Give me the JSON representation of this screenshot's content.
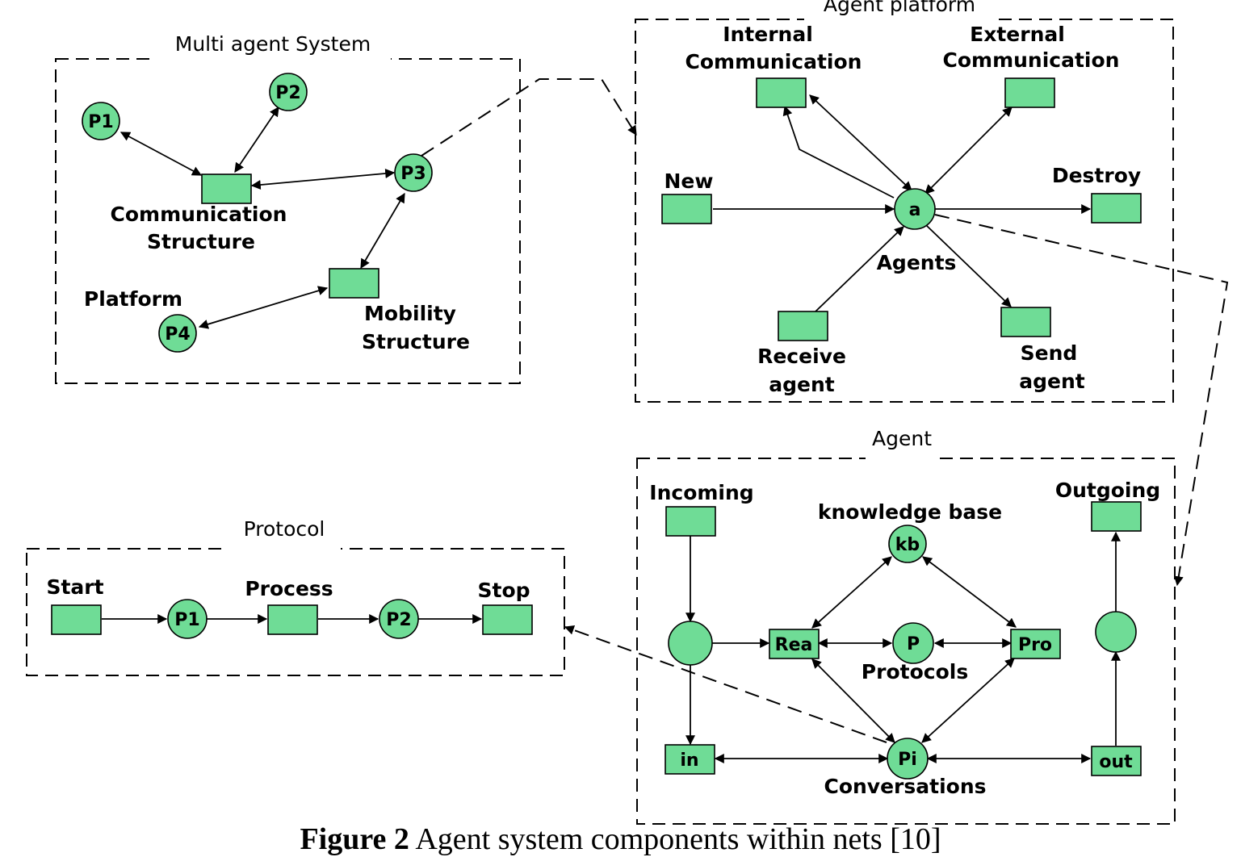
{
  "frames": {
    "mas": "Multi agent System",
    "platform": "Agent platform",
    "agent": "Agent",
    "protocol": "Protocol"
  },
  "mas": {
    "p1": "P1",
    "p2": "P2",
    "p3": "P3",
    "p4": "P4",
    "comm_line1": "Communication",
    "comm_line2": "Structure",
    "mobility_line1": "Mobility",
    "mobility_line2": "Structure",
    "platform": "Platform"
  },
  "platform": {
    "internal_line1": "Internal",
    "internal_line2": "Communication",
    "external_line1": "External",
    "external_line2": "Communication",
    "new": "New",
    "destroy": "Destroy",
    "a": "a",
    "agents": "Agents",
    "receive_line1": "Receive",
    "receive_line2": "agent",
    "send_line1": "Send",
    "send_line2": "agent"
  },
  "agent": {
    "incoming": "Incoming",
    "outgoing": "Outgoing",
    "knowledge_base": "knowledge base",
    "kb": "kb",
    "rea": "Rea",
    "p": "P",
    "pro": "Pro",
    "protocols": "Protocols",
    "in": "in",
    "pi": "Pi",
    "out": "out",
    "conversations": "Conversations"
  },
  "protocol": {
    "start": "Start",
    "process": "Process",
    "stop": "Stop",
    "p1": "P1",
    "p2": "P2"
  },
  "caption": {
    "label": "Figure 2",
    "text": " Agent system components within nets [10]"
  },
  "colors": {
    "node_fill": "#6fdc96",
    "stroke": "#000000"
  }
}
